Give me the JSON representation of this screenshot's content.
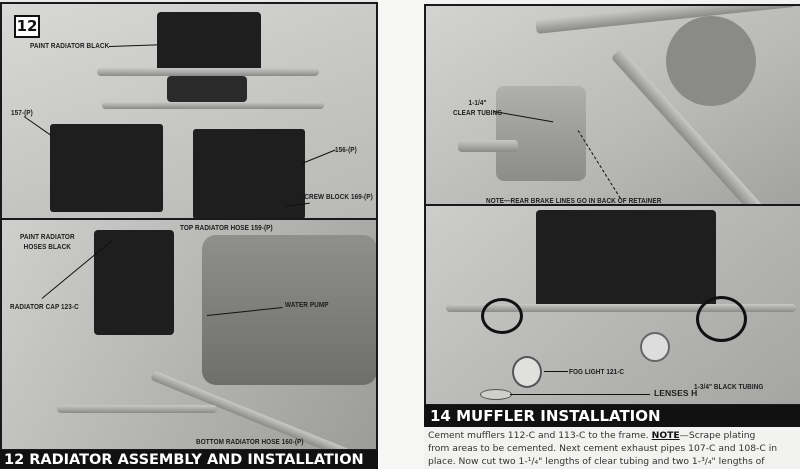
{
  "left_page": {
    "step_number": "12",
    "top_photo_labels": {
      "paint_radiator": "PAINT RADIATOR BLACK",
      "part_157": "157-(P)",
      "part_156": "156-(P)",
      "screw_block": "SCREW BLOCK 169-(P)"
    },
    "bottom_photo_labels": {
      "paint_hoses_line1": "PAINT RADIATOR",
      "paint_hoses_line2": "HOSES BLACK",
      "top_hose": "TOP RADIATOR HOSE 159-(P)",
      "radiator_cap": "RADIATOR CAP 123-C",
      "water_pump": "WATER PUMP",
      "bottom_hose": "BOTTOM RADIATOR HOSE 160-(P)"
    },
    "section_title": "12 RADIATOR ASSEMBLY AND INSTALLATION"
  },
  "right_page": {
    "top_photo_labels": {
      "clear_tubing_line1": "1-1/4\"",
      "clear_tubing_line2": "CLEAR TUBING",
      "note": "NOTE—REAR BRAKE LINES GO IN BACK OF RETAINER"
    },
    "bottom_photo_labels": {
      "fog_light": "FOG LIGHT 121-C",
      "black_tubing": "1-3/4\" BLACK TUBING",
      "lenses": "LENSES H"
    },
    "section_title": "14 MUFFLER INSTALLATION",
    "body": {
      "line1_a": "Cement mufflers 112-C and 113-C to the frame. ",
      "note_label": "NOTE",
      "line1_b": "—Scrape plating",
      "line2": "from areas to be cemented. Next cement exhaust pipes 107-C and 108-C in",
      "line3": "place. Now cut two 1-¹/₄\" lengths of clear tubing and two 1-³/₄\" lengths of"
    }
  }
}
